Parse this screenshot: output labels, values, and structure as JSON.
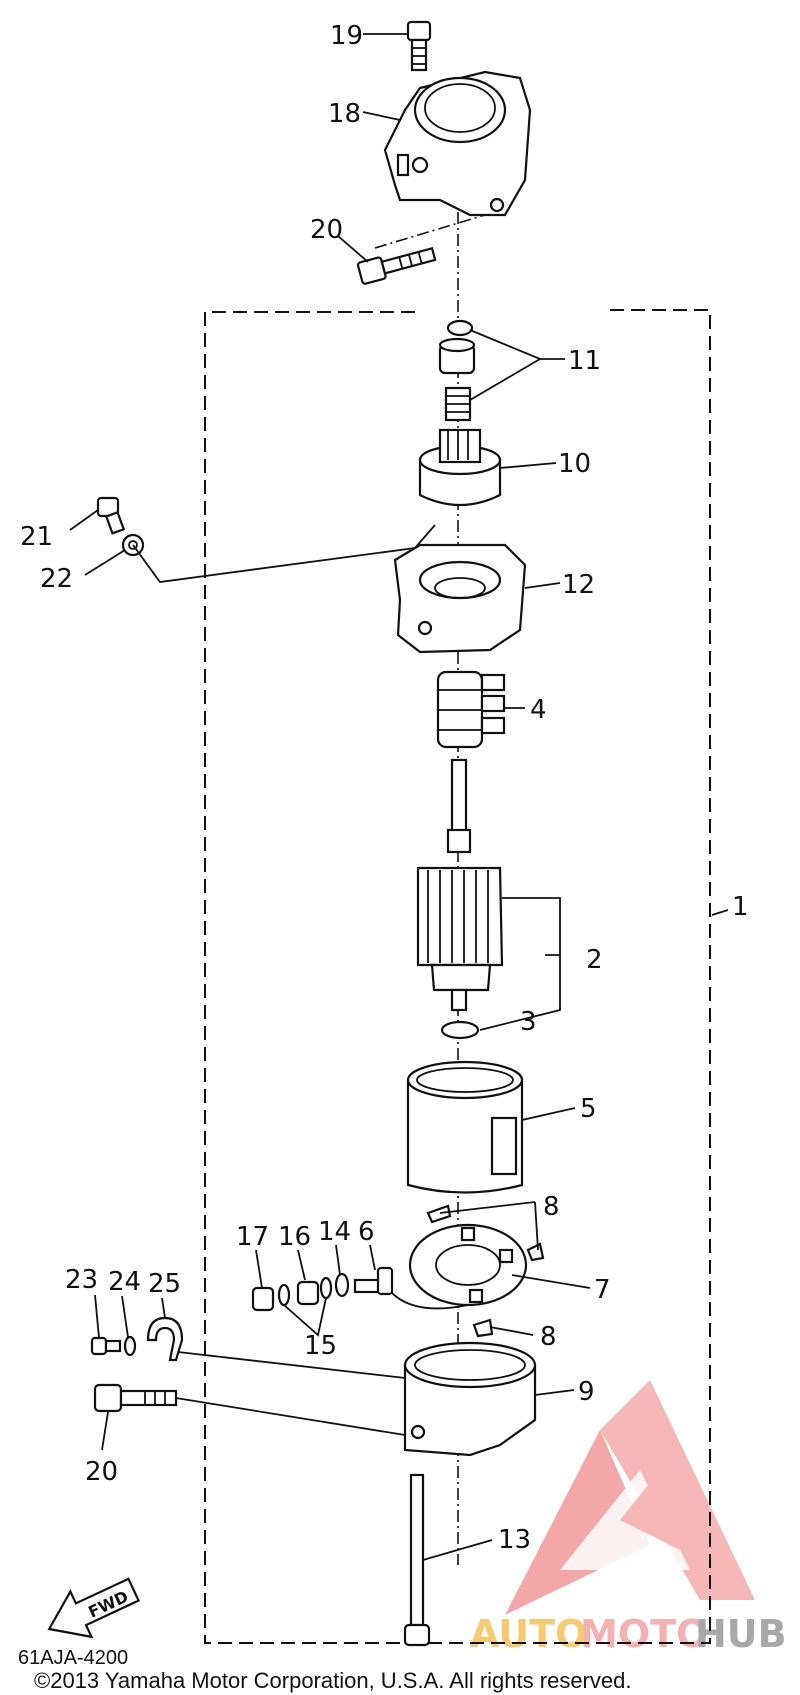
{
  "callouts": {
    "c1": "1",
    "c2": "2",
    "c3": "3",
    "c4": "4",
    "c5": "5",
    "c6": "6",
    "c7": "7",
    "c8a": "8",
    "c8b": "8",
    "c9": "9",
    "c10": "10",
    "c11": "11",
    "c12": "12",
    "c13": "13",
    "c14": "14",
    "c15": "15",
    "c16": "16",
    "c17": "17",
    "c18": "18",
    "c19": "19",
    "c20a": "20",
    "c20b": "20",
    "c21": "21",
    "c22": "22",
    "c23": "23",
    "c24": "24",
    "c25": "25"
  },
  "fwd_label": "FWD",
  "diagram_code": "61AJA-4200",
  "copyright": "©2013 Yamaha Motor Corporation, U.S.A. All rights reserved.",
  "watermark": {
    "part1": "AUTO",
    "part2": "MOTO",
    "part3": "HUB",
    "colors": {
      "auto": "#f5c15a",
      "moto": "#f3a4a4",
      "hub": "#9a9a9a"
    }
  }
}
